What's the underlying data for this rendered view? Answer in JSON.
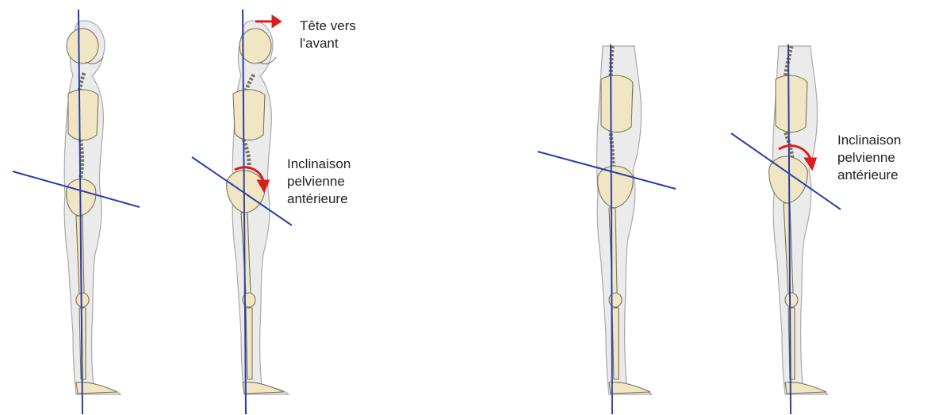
{
  "figures": [
    {
      "id": "figure-1"
    },
    {
      "id": "figure-2",
      "arrow_head": true,
      "arrow_pelvis": true
    },
    {
      "id": "figure-3"
    },
    {
      "id": "figure-4",
      "arrow_pelvis": true
    }
  ],
  "labels": {
    "head_forward": {
      "line1": "Tête vers",
      "line2": "l'avant"
    },
    "pelvic_tilt_1": {
      "line1": "Inclinaison",
      "line2": "pelvienne",
      "line3": "antérieure"
    },
    "pelvic_tilt_2": {
      "line1": "Inclinaison",
      "line2": "pelvienne",
      "line3": "antérieure"
    }
  },
  "colors": {
    "plumb_line": "#2a3fa8",
    "arrow": "#d81e1e",
    "body_fill": "#ebebeb",
    "body_outline": "#a9a9a9",
    "bone_fill": "#f1e6c4",
    "bone_outline": "#7a7458"
  }
}
